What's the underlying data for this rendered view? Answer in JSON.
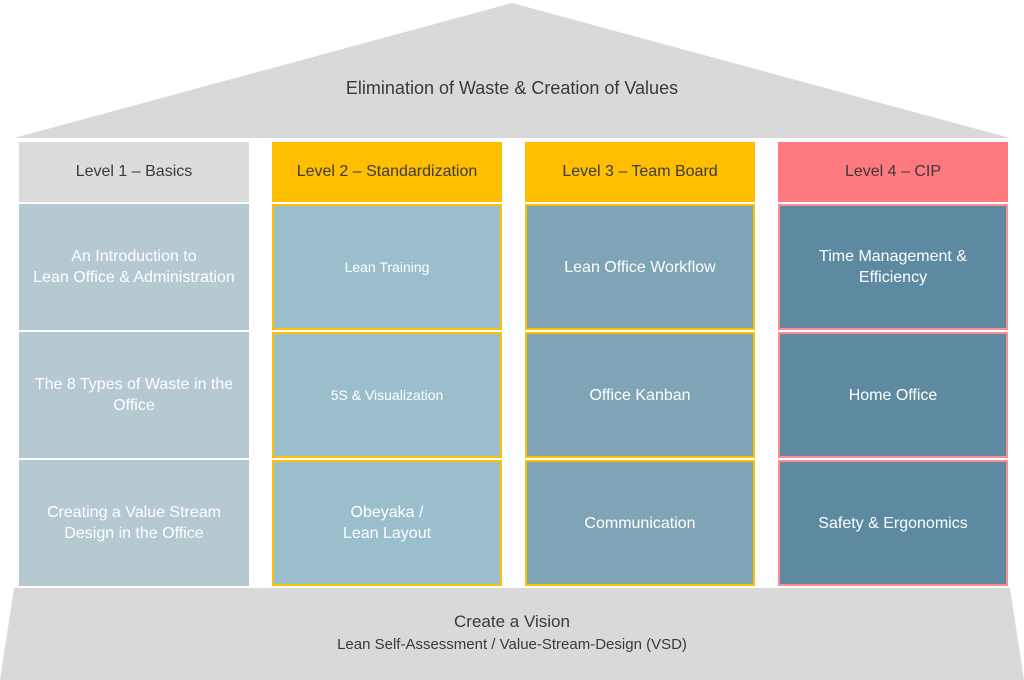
{
  "roof": {
    "title": "Elimination of Waste & Creation of Values"
  },
  "foundation": {
    "title": "Create a Vision",
    "subtitle": "Lean Self-Assessment / Value-Stream-Design (VSD)"
  },
  "columns": [
    {
      "header": "Level 1 – Basics",
      "cells": [
        "An Introduction to\nLean Office & Administration",
        "The 8 Types of Waste in the\nOffice",
        "Creating a Value Stream\nDesign in the Office"
      ]
    },
    {
      "header": "Level 2 – Standardization",
      "cells": [
        "Lean Training",
        "5S & Visualization",
        "Obeyaka /\nLean Layout"
      ]
    },
    {
      "header": "Level 3 – Team Board",
      "cells": [
        "Lean Office Workflow",
        "Office Kanban",
        "Communication"
      ]
    },
    {
      "header": "Level 4 – CIP",
      "cells": [
        "Time Management &\nEfficiency",
        "Home Office",
        "Safety & Ergonomics"
      ]
    }
  ],
  "colors": {
    "roof": "#d9d9d9",
    "level1_header": "#dcdcdc",
    "level2_header": "#ffbf00",
    "level3_header": "#ffbf00",
    "level4_header": "#ff7a7f",
    "level1_cell": "#b4c9d0",
    "level2_cell": "#9bbecd",
    "level3_cell": "#7ea4b6",
    "level4_cell": "#5d8aa0"
  }
}
